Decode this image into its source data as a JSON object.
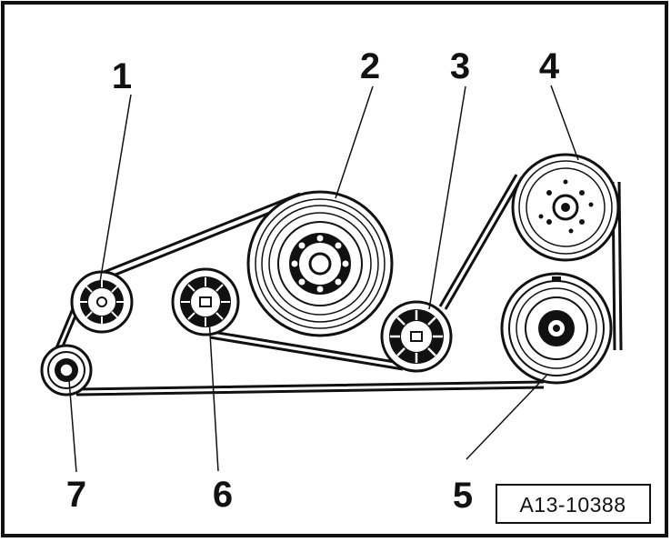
{
  "callouts": [
    {
      "id": "1",
      "label": "1"
    },
    {
      "id": "2",
      "label": "2"
    },
    {
      "id": "3",
      "label": "3"
    },
    {
      "id": "4",
      "label": "4"
    },
    {
      "id": "5",
      "label": "5"
    },
    {
      "id": "6",
      "label": "6"
    },
    {
      "id": "7",
      "label": "7"
    }
  ],
  "reference_code": "A13-10388"
}
